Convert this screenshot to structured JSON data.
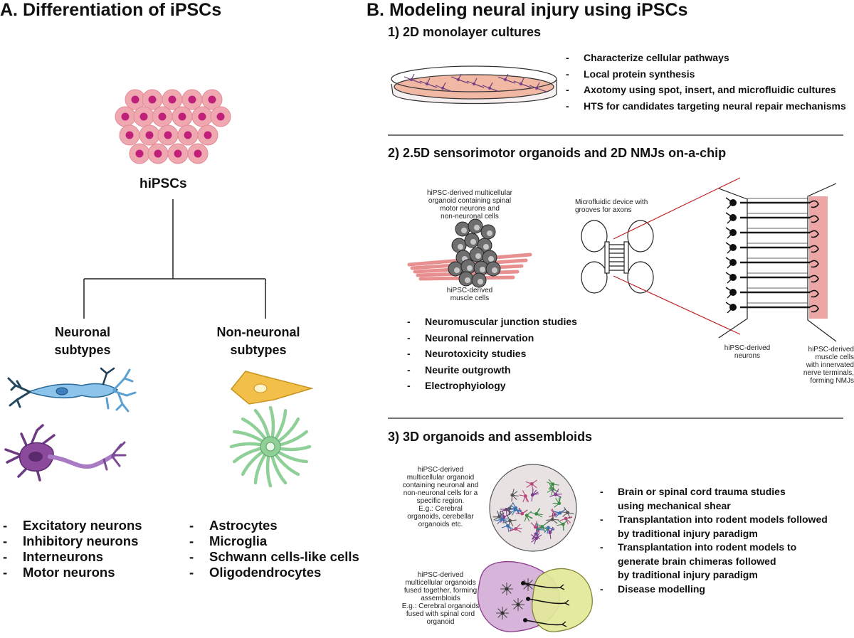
{
  "panel_a": {
    "title": "A. Differentiation of iPSCs",
    "stem_label": "hiPSCs",
    "neuronal_label_line1": "Neuronal",
    "neuronal_label_line2": "subtypes",
    "non_neuronal_label_line1": "Non-neuronal",
    "non_neuronal_label_line2": "subtypes",
    "neuronal_list": [
      "Excitatory neurons",
      "Inhibitory neurons",
      "Interneurons",
      "Motor neurons"
    ],
    "non_neuronal_list": [
      "Astrocytes",
      "Microglia",
      "Schwann cells-like cells",
      "Oligodendrocytes"
    ]
  },
  "panel_b": {
    "title": "B. Modeling neural injury using iPSCs",
    "section1": {
      "heading": "1)  2D monolayer cultures",
      "bullets": [
        "Characterize cellular pathways",
        "Local protein synthesis",
        "Axotomy using spot, insert, and microfluidic cultures",
        "HTS for candidates targeting neural repair mechanisms"
      ]
    },
    "section2": {
      "heading": "2) 2.5D sensorimotor organoids and 2D NMJs on-a-chip",
      "organoid_caption": [
        "hiPSC-derived multicellular",
        "organoid containing spinal",
        "motor neurons and",
        "non-neuronal cells"
      ],
      "muscle_caption": [
        "hiPSC-derived",
        "muscle cells"
      ],
      "device_caption": [
        "Microfluidic device with",
        "grooves for axons"
      ],
      "neurons_caption": [
        "hiPSC-derived",
        "neurons"
      ],
      "nmj_caption": [
        "hiPSC-derived",
        "muscle cells",
        "with innervated",
        "nerve terminals,",
        "forming NMJs"
      ],
      "bullets": [
        "Neuromuscular junction studies",
        "Neuronal reinnervation",
        "Neurotoxicity studies",
        "Neurite outgrowth",
        "Electrophyiology"
      ]
    },
    "section3": {
      "heading": "3) 3D organoids and assembloids",
      "organoid_caption": [
        "hiPSC-derived",
        "multicellular organoid",
        "containing neuronal and",
        "non-neuronal cells for a",
        "specific region.",
        "E.g.: Cerebral",
        "organoids, cerebellar",
        "organoids etc."
      ],
      "assembloid_caption": [
        "hiPSC-derived",
        "multicellular organoids",
        "fused together, forming",
        "assembloids",
        "E.g.: Cerebral organoids",
        "fused with spinal cord",
        "organoid"
      ],
      "bullets": [
        "Brain or spinal cord trauma studies",
        "using mechanical shear",
        "Transplantation into rodent models followed",
        "by traditional injury paradigm",
        "Transplantation into rodent models to",
        "generate brain chimeras followed",
        "by traditional injury paradigm",
        "Disease modelling"
      ]
    }
  },
  "dash": "-",
  "colors": {
    "stem_cell": "#f0a8b0",
    "stem_nucleus": "#c0207a",
    "neuron_blue": "#8cc4ec",
    "neuron_purple": "#8b4a9c",
    "schwann_yellow": "#f2c048",
    "microglia_green": "#8fcf98",
    "muscle_pink": "#e89090",
    "assembloid_purple": "#d7b4d9",
    "assembloid_yellow": "#e2ea98",
    "zoom_red": "#c0282a"
  }
}
